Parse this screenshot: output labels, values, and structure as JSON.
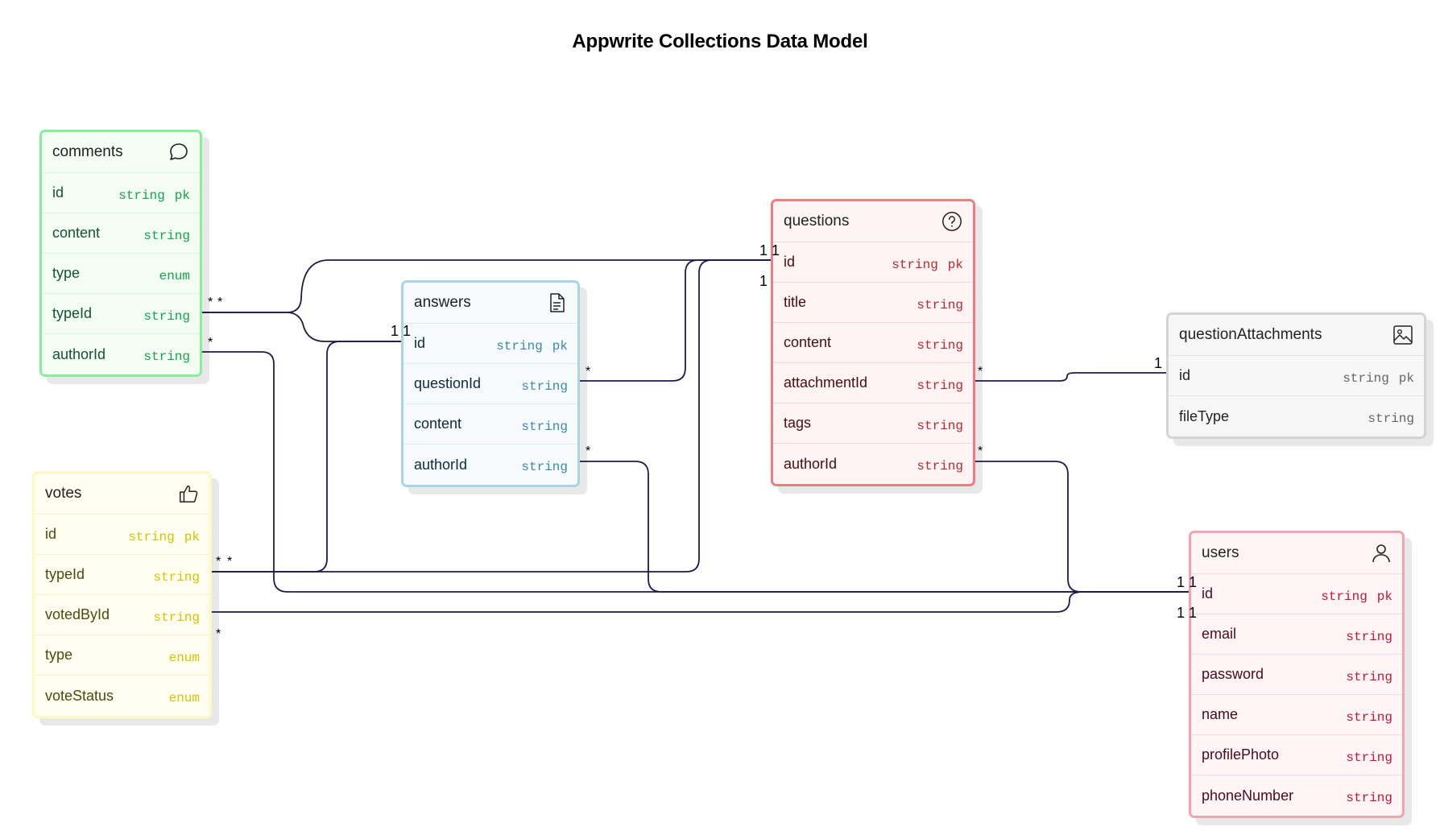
{
  "diagram": {
    "title": "Appwrite Collections Data Model"
  },
  "colors": {
    "wire": "#1e1b4b",
    "comments": "#86ef9c",
    "votes": "#fef9c3",
    "answers": "#a8d4e6",
    "questions": "#ee7c80",
    "questionAttachments": "#d4d4d4",
    "users": "#f5a3b3"
  },
  "entities": {
    "comments": {
      "name": "comments",
      "icon": "speech-bubble-icon",
      "fields": [
        {
          "name": "id",
          "type": "string",
          "key": "pk"
        },
        {
          "name": "content",
          "type": "string",
          "key": ""
        },
        {
          "name": "type",
          "type": "enum",
          "key": ""
        },
        {
          "name": "typeId",
          "type": "string",
          "key": ""
        },
        {
          "name": "authorId",
          "type": "string",
          "key": ""
        }
      ]
    },
    "votes": {
      "name": "votes",
      "icon": "thumbs-up-icon",
      "fields": [
        {
          "name": "id",
          "type": "string",
          "key": "pk"
        },
        {
          "name": "typeId",
          "type": "string",
          "key": ""
        },
        {
          "name": "votedById",
          "type": "string",
          "key": ""
        },
        {
          "name": "type",
          "type": "enum",
          "key": ""
        },
        {
          "name": "voteStatus",
          "type": "enum",
          "key": ""
        }
      ]
    },
    "answers": {
      "name": "answers",
      "icon": "document-icon",
      "fields": [
        {
          "name": "id",
          "type": "string",
          "key": "pk"
        },
        {
          "name": "questionId",
          "type": "string",
          "key": ""
        },
        {
          "name": "content",
          "type": "string",
          "key": ""
        },
        {
          "name": "authorId",
          "type": "string",
          "key": ""
        }
      ]
    },
    "questions": {
      "name": "questions",
      "icon": "question-circle-icon",
      "fields": [
        {
          "name": "id",
          "type": "string",
          "key": "pk"
        },
        {
          "name": "title",
          "type": "string",
          "key": ""
        },
        {
          "name": "content",
          "type": "string",
          "key": ""
        },
        {
          "name": "attachmentId",
          "type": "string",
          "key": ""
        },
        {
          "name": "tags",
          "type": "string",
          "key": ""
        },
        {
          "name": "authorId",
          "type": "string",
          "key": ""
        }
      ]
    },
    "questionAttachments": {
      "name": "questionAttachments",
      "icon": "image-icon",
      "fields": [
        {
          "name": "id",
          "type": "string",
          "key": "pk"
        },
        {
          "name": "fileType",
          "type": "string",
          "key": ""
        }
      ]
    },
    "users": {
      "name": "users",
      "icon": "user-icon",
      "fields": [
        {
          "name": "id",
          "type": "string",
          "key": "pk"
        },
        {
          "name": "email",
          "type": "string",
          "key": ""
        },
        {
          "name": "password",
          "type": "string",
          "key": ""
        },
        {
          "name": "name",
          "type": "string",
          "key": ""
        },
        {
          "name": "profilePhoto",
          "type": "string",
          "key": ""
        },
        {
          "name": "phoneNumber",
          "type": "string",
          "key": ""
        }
      ]
    }
  },
  "relations": [
    {
      "from": "comments.typeId",
      "from_card": "*",
      "to": "answers.id",
      "to_card": "1"
    },
    {
      "from": "comments.typeId",
      "from_card": "*",
      "to": "questions.id",
      "to_card": "1"
    },
    {
      "from": "comments.authorId",
      "from_card": "*",
      "to": "users.id",
      "to_card": "1"
    },
    {
      "from": "votes.typeId",
      "from_card": "*",
      "to": "answers.id",
      "to_card": "1"
    },
    {
      "from": "votes.typeId",
      "from_card": "*",
      "to": "questions.id",
      "to_card": "1"
    },
    {
      "from": "votes.votedById",
      "from_card": "*",
      "to": "users.id",
      "to_card": "1"
    },
    {
      "from": "answers.questionId",
      "from_card": "*",
      "to": "questions.id",
      "to_card": "1"
    },
    {
      "from": "answers.authorId",
      "from_card": "*",
      "to": "users.id",
      "to_card": "1"
    },
    {
      "from": "questions.attachmentId",
      "from_card": "*",
      "to": "questionAttachments.id",
      "to_card": "1"
    },
    {
      "from": "questions.authorId",
      "from_card": "*",
      "to": "users.id",
      "to_card": "1"
    }
  ]
}
